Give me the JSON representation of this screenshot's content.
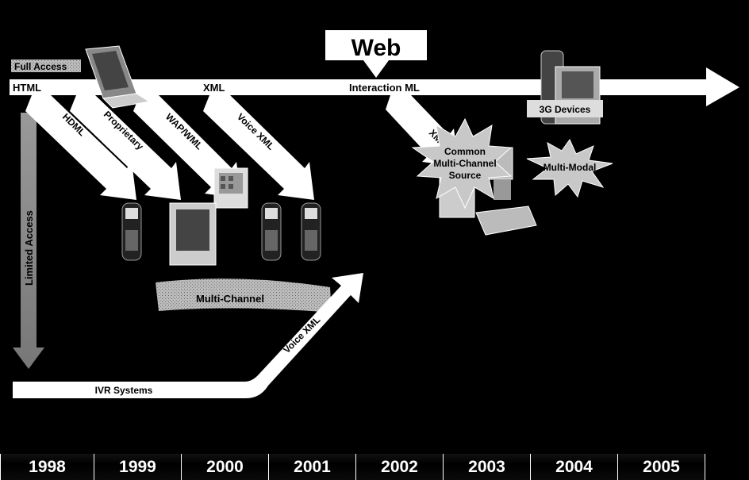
{
  "title": "Web",
  "labels": {
    "full_access": "Full Access",
    "limited_access": "Limited Access",
    "html": "HTML",
    "xml": "XML",
    "interaction_ml": "Interaction ML",
    "hdml": "HDML",
    "proprietary": "Proprietary",
    "wap_wml": "WAP/WML",
    "voice_xml_1": "Voice XML",
    "xml_2": "XML",
    "common_line1": "Common",
    "common_line2": "Multi-Channel",
    "common_line3": "Source",
    "devices_3g": "3G Devices",
    "multi_modal": "Multi-Modal",
    "multi_channel": "Multi-Channel",
    "voice_xml_2": "Voice XML",
    "ivr_systems": "IVR Systems"
  },
  "years": [
    "1998",
    "1999",
    "2000",
    "2001",
    "2002",
    "2003",
    "2004",
    "2005"
  ],
  "colors": {
    "background": "#000000",
    "arrow": "#ffffff",
    "text": "#000000",
    "burst": "#c8c8c8"
  }
}
